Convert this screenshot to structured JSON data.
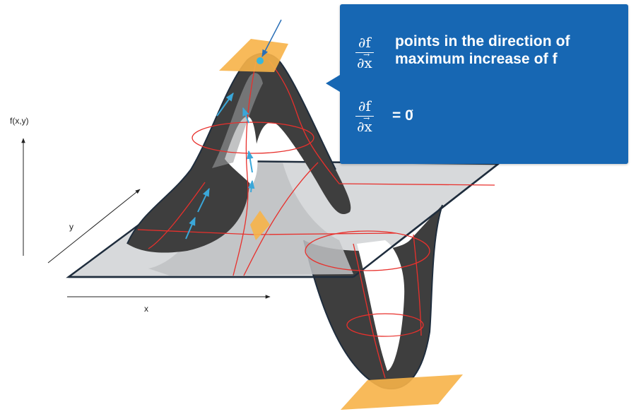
{
  "axes": {
    "z_label": "f(x,y)",
    "y_label": "y",
    "x_label": "x"
  },
  "callout": {
    "gradient_symbol": {
      "numerator": "∂f",
      "denominator": "∂x",
      "vector_mark": "→"
    },
    "statement_line1": "points in the direction of",
    "statement_line2_prefix": "maximum increase of ",
    "statement_line2_emphasis": "f",
    "critical_condition": {
      "equals": "=",
      "zero": "0",
      "vector_mark": "→"
    }
  },
  "colors": {
    "callout_blue": "#1767b3",
    "surface_dark": "#3e3e3e",
    "plane_gray": "#d7d9db",
    "contour_red": "#e8302c",
    "tangent_plane_orange": "#f7b348",
    "gradient_arrow_cyan": "#3aa7d9",
    "stationary_point": "#38b6dd"
  }
}
